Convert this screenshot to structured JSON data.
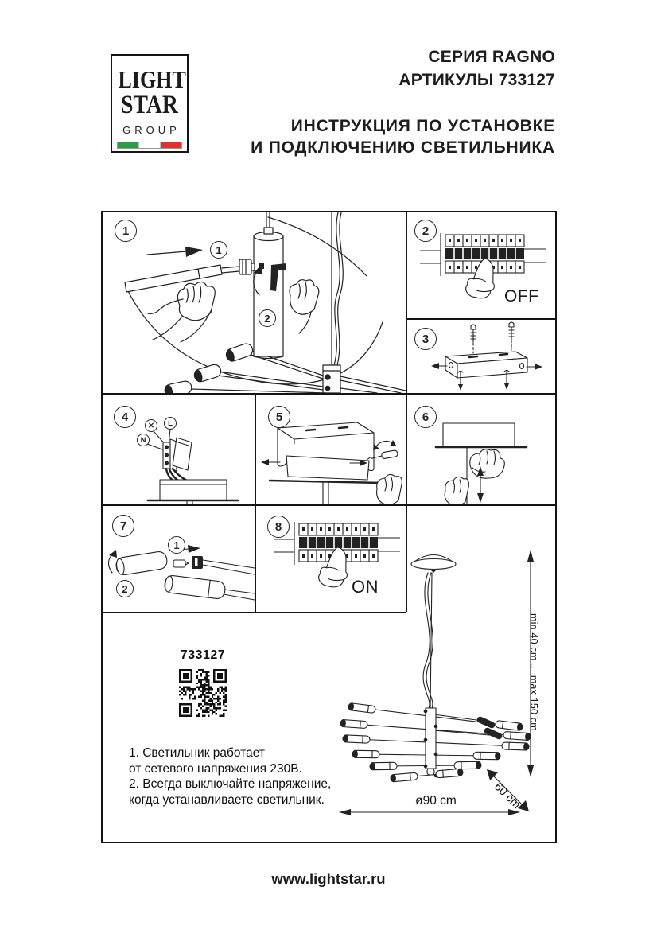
{
  "logo": {
    "l1": "LIGHT",
    "l2": "STAR",
    "l3": "GROUP"
  },
  "colors": {
    "flag_green": "#2e9c47",
    "flag_white": "#ffffff",
    "flag_red": "#e2302c",
    "ink": "#141414"
  },
  "header": {
    "series": "СЕРИЯ RAGNO",
    "article_line": "АРТИКУЛЫ 733127",
    "title1": "ИНСТРУКЦИЯ ПО УСТАНОВКЕ",
    "title2": "И ПОДКЛЮЧЕНИЮ СВЕТИЛЬНИКА"
  },
  "steps": {
    "n1": "1",
    "n2": "2",
    "n3": "3",
    "n4": "4",
    "n5": "5",
    "n6": "6",
    "n7": "7",
    "n8": "8"
  },
  "panel1": {
    "sub1": "1",
    "sub2": "2"
  },
  "panel2": {
    "switch_label": "OFF"
  },
  "panel4": {
    "wire_earth": "✕",
    "wire_l": "L",
    "wire_n": "N"
  },
  "panel7": {
    "sub1": "1",
    "sub2": "2"
  },
  "panel8": {
    "switch_label": "ON"
  },
  "product": {
    "article": "733127",
    "height_range": "min 40 cm ... max 150 cm",
    "depth": "60 cm",
    "diameter": "ø90 cm"
  },
  "notes": {
    "l1": "1. Светильник работает",
    "l2": "от сетевого напряжения 230В.",
    "l3": "2. Всегда выключайте напряжение,",
    "l4": "когда устанавливаете светильник."
  },
  "footer": {
    "url": "www.lightstar.ru"
  }
}
